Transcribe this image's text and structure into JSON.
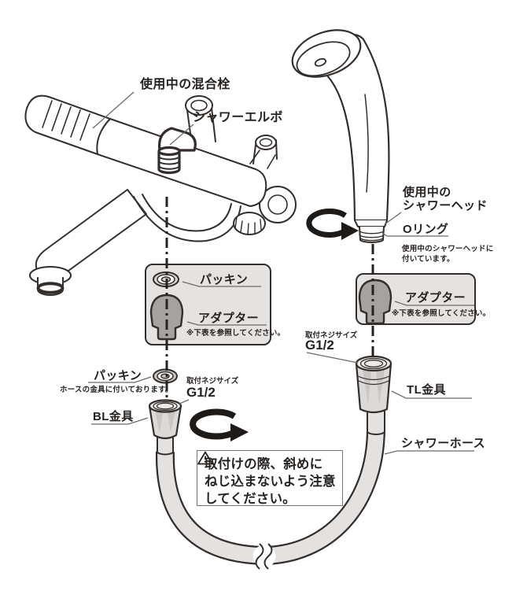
{
  "colors": {
    "line": "#332e2b",
    "text": "#262220",
    "box_bg": "#e4e3e1",
    "adapter_fill": "#a5a2a0",
    "hose_fill": "#e3e2e0",
    "metal_fill": "#dcdad8",
    "warning_border": "#77736f"
  },
  "left_column": {
    "faucet_label": "使用中の混合栓",
    "elbow_label": "シャワーエルボ",
    "adapter_box": {
      "packing_label": "パッキン",
      "adapter_label": "アダプター",
      "note": "※下表を参照してください。"
    },
    "hose_packing_label": "パッキン",
    "hose_packing_note": "ホースの金具に付いております。",
    "thread_size_title": "取付ネジサイズ",
    "thread_size_value": "G1/2",
    "fitting_label": "BL金具"
  },
  "right_column": {
    "showerhead_label": "使用中の\nシャワーヘッド",
    "oring_label": "Oリング",
    "oring_note": "使用中のシャワーヘッドに\n付いています。",
    "adapter_box": {
      "adapter_label": "アダプター",
      "note": "※下表を参照してください。"
    },
    "thread_size_title": "取付ネジサイズ",
    "thread_size_value": "G1/2",
    "fitting_label": "TL金具",
    "hose_label": "シャワーホース"
  },
  "warning_box": {
    "line1": "取付けの際、斜めに",
    "line2": "ねじ込まないよう注意",
    "line3": "してください。"
  }
}
